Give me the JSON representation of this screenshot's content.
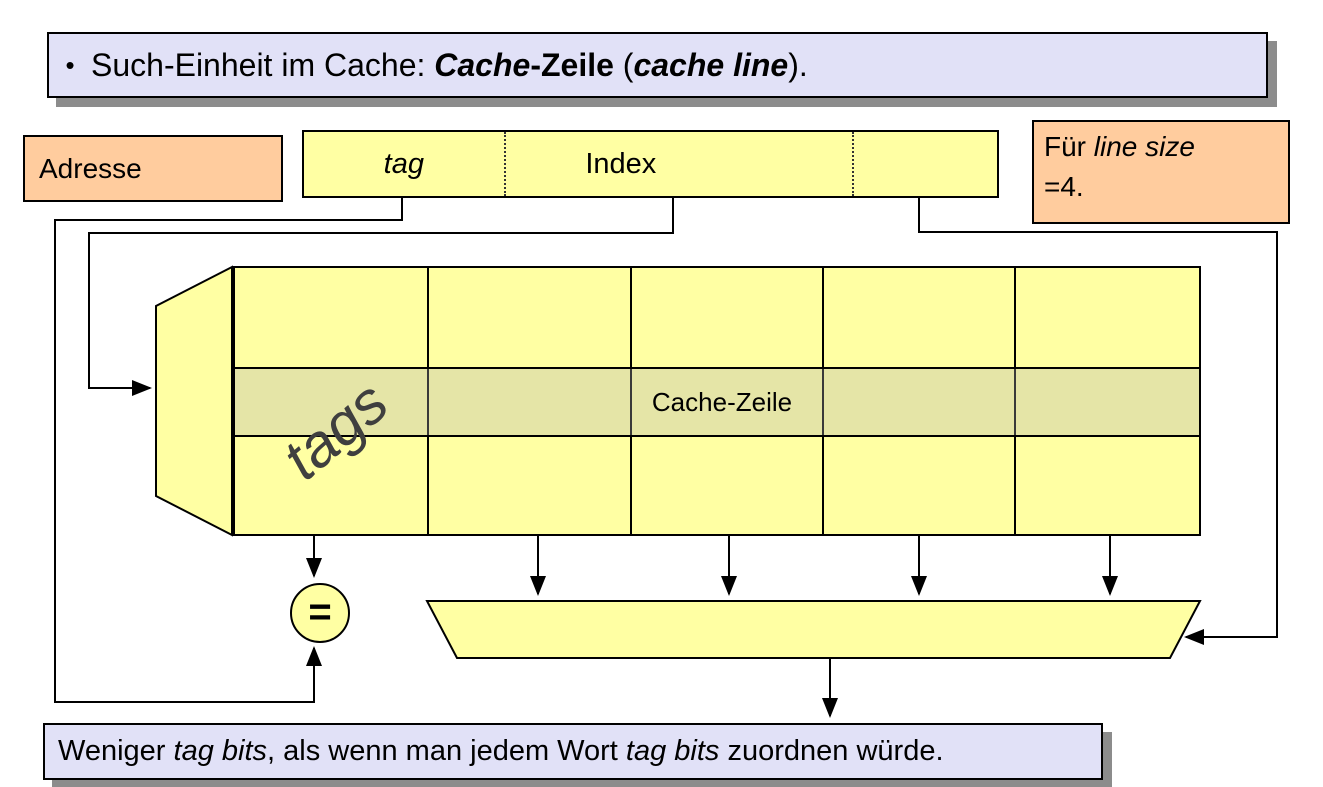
{
  "colors": {
    "yellow": "#ffffa3",
    "orange": "#ffcc9e",
    "lavender": "#e1e1f7",
    "highlight": "rgba(175,175,175,0.33)",
    "shadow": "#8c8c8c",
    "line": "#000000"
  },
  "title": {
    "bullet": "•",
    "segments": [
      {
        "t": "Such-Einheit im Cache: ",
        "style": "regular"
      },
      {
        "t": "Cache",
        "style": "bold-italic"
      },
      {
        "t": "-Zeile",
        "style": "bold"
      },
      {
        "t": " (",
        "style": "regular"
      },
      {
        "t": "cache line",
        "style": "bold-italic"
      },
      {
        "t": ").",
        "style": "regular"
      }
    ]
  },
  "address": {
    "label": "Adresse",
    "fields": [
      {
        "label": "tag",
        "italic": true
      },
      {
        "label": "Index",
        "italic": false
      },
      {
        "label": "",
        "italic": false
      }
    ]
  },
  "note": {
    "line1_prefix": "Für ",
    "line1_italic": "line size",
    "line2": "=4."
  },
  "cache": {
    "tags_label": "tags",
    "row_label": "Cache-Zeile"
  },
  "comparator": {
    "symbol": "="
  },
  "footer": {
    "segments": [
      {
        "t": "Weniger ",
        "style": "regular"
      },
      {
        "t": "tag bits",
        "style": "italic"
      },
      {
        "t": ", als wenn man jedem Wort ",
        "style": "regular"
      },
      {
        "t": "tag bits",
        "style": "italic"
      },
      {
        "t": " zuordnen würde.",
        "style": "regular"
      }
    ]
  }
}
